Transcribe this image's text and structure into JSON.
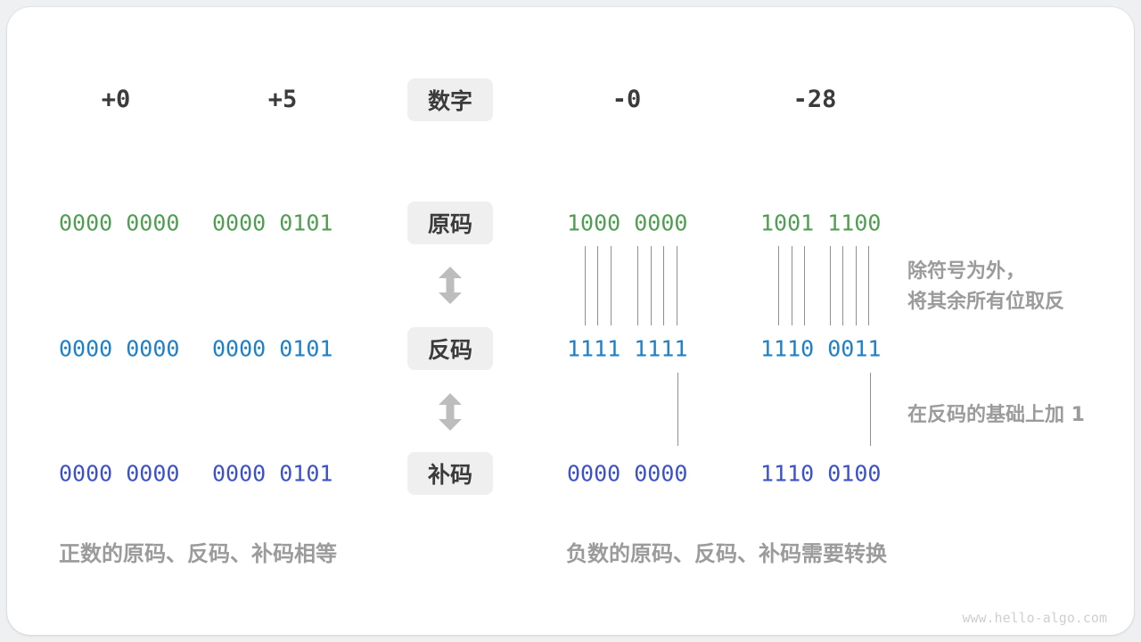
{
  "header": {
    "col1": "+0",
    "col2": "+5",
    "center_label": "数字",
    "col3": "-0",
    "col4": "-28"
  },
  "rows": [
    {
      "label": "原码",
      "color": "#4f9e51",
      "values": [
        "0000 0000",
        "0000 0101",
        "1000 0000",
        "1001 1100"
      ]
    },
    {
      "label": "反码",
      "color": "#1d80c9",
      "values": [
        "0000 0000",
        "0000 0101",
        "1111 1111",
        "1110 0011"
      ]
    },
    {
      "label": "补码",
      "color": "#3c50c8",
      "values": [
        "0000 0000",
        "0000 0101",
        "0000 0000",
        "1110 0100"
      ]
    }
  ],
  "annotations": {
    "flip_line1": "除符号为外，",
    "flip_line2": "将其余所有位取反",
    "add_one": "在反码的基础上加 1"
  },
  "captions": {
    "positive": "正数的原码、反码、补码相等",
    "negative": "负数的原码、反码、补码需要转换"
  },
  "watermark": "www.hello-algo.com",
  "colors": {
    "sign_magnitude_green": "#4f9e51",
    "ones_complement_blue": "#1d80c9",
    "twos_complement_indigo": "#3c50c8",
    "annotation_gray": "#9b9b9b",
    "box_background": "#efefef",
    "dark_text": "#3b3b3b"
  }
}
